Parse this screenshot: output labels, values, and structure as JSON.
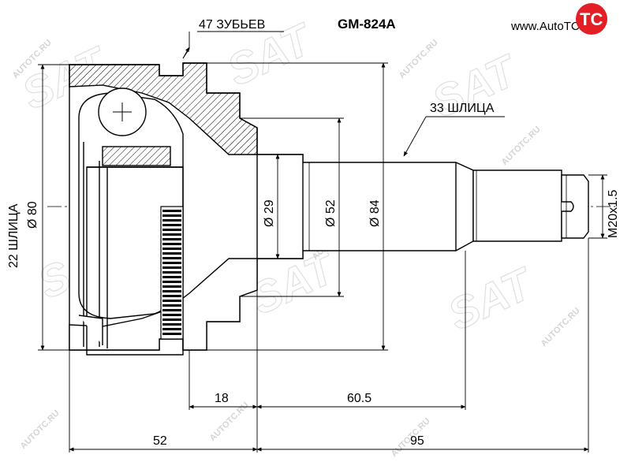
{
  "header": {
    "teeth_label": "47 ЗУБЬЕВ",
    "part_number": "GM-824A",
    "site_url": "www.AutoTC.ru"
  },
  "logo": {
    "text": "TC",
    "brand_color": "#e31e24"
  },
  "labels": {
    "outer_splines": "33 ШЛИЦА",
    "inner_splines": "22 ШЛИЦА",
    "dia_80": "Ø 80",
    "dia_29": "Ø 29",
    "dia_52": "Ø 52",
    "dia_84": "Ø 84",
    "thread": "M20x1.5",
    "dim_18": "18",
    "dim_60_5": "60.5",
    "dim_52": "52",
    "dim_95": "95"
  },
  "watermarks": {
    "site": "AUTOTC.RU",
    "brand": "SAT"
  },
  "colors": {
    "line": "#000000",
    "hatch": "#000000",
    "dim": "#cc2a2a",
    "watermark": "#d4d4d4"
  }
}
